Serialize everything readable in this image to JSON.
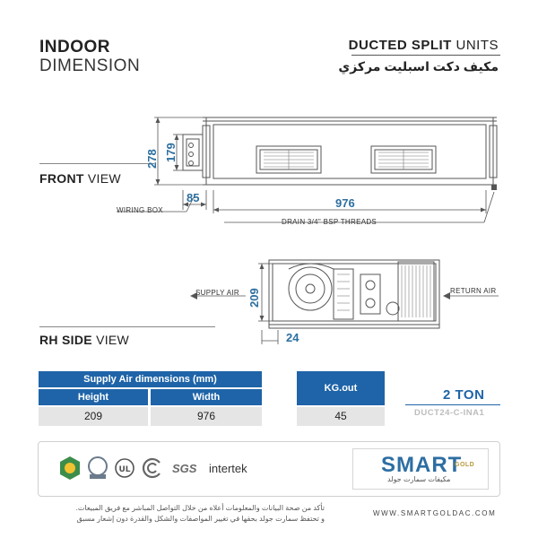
{
  "header": {
    "title_bold": "INDOOR",
    "title_light": "DIMENSION",
    "product_bold": "DUCTED SPLIT",
    "product_light": "UNITS",
    "product_arabic": "مكيف دكت اسبليت مركزي"
  },
  "front_view": {
    "label_bold": "FRONT",
    "label_light": "VIEW",
    "dim_height_outer": "278",
    "dim_height_inner": "179",
    "dim_wiring_width": "85",
    "dim_width": "976",
    "wiring_box_label": "WIRING BOX",
    "drain_label": "DRAIN 3/4\" BSP THREADS"
  },
  "side_view": {
    "label_bold": "RH SIDE",
    "label_light": "VIEW",
    "dim_height": "209",
    "dim_offset": "24",
    "supply_air_label": "SUPPLY AIR",
    "return_air_label": "RETURN AIR"
  },
  "supply_table": {
    "title": "Supply Air dimensions (mm)",
    "col_height": "Height",
    "col_width": "Width",
    "val_height": "209",
    "val_width": "976"
  },
  "weight_table": {
    "title": "KG.out",
    "value": "45"
  },
  "capacity": {
    "ton": "2 TON",
    "model": "DUCT24-C-INA1"
  },
  "footer": {
    "certs": [
      "SASO",
      "TÜV",
      "UL",
      "G-mark",
      "SGS",
      "intertek"
    ],
    "brand": "SMART",
    "brand_sub": "GOLD",
    "brand_arabic": "مكيفات سمارت جولد",
    "disclaimer_line1": "تأكد من صحة البيانات والمعلومات أعلاه من خلال التواصل المباشر مع فريق المبيعات.",
    "disclaimer_line2": "و تحتفظ سمارت جولد بحقها في تغيير المواصفات والشكل والقدرة دون إشعار مسبق",
    "website": "WWW.SMARTGOLDAC.COM"
  },
  "colors": {
    "accent_blue": "#1f64a8",
    "dim_blue": "#2c6fa0",
    "gray_cell": "#e5e5e5",
    "gold": "#b89a3d"
  }
}
